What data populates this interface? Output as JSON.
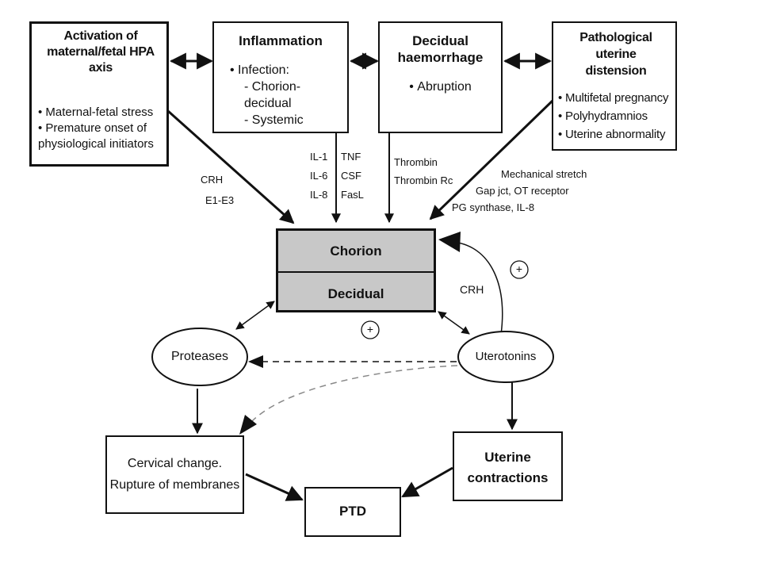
{
  "boxes": {
    "hpa": {
      "title": [
        "Activation of",
        "maternal/fetal HPA axis"
      ],
      "items": [
        "Maternal-fetal stress",
        "Premature onset of physiological initiators"
      ]
    },
    "inflammation": {
      "title": "Inflammation",
      "items": [
        "Infection:"
      ],
      "subitems": [
        "- Chorion-decidual",
        "- Systemic"
      ]
    },
    "haemorrhage": {
      "title": [
        "Decidual",
        "haemorrhage"
      ],
      "items": [
        "Abruption"
      ]
    },
    "distension": {
      "title": [
        "Pathological uterine",
        "distension"
      ],
      "items": [
        "Multifetal pregnancy",
        "Polyhydramnios",
        "Uterine abnormality"
      ]
    },
    "chorion": "Chorion",
    "decidual": "Decidual",
    "proteases": "Proteases",
    "uterotonins": "Uterotonins",
    "cervical": [
      "Cervical change.",
      "Rupture of membranes"
    ],
    "uterine": [
      "Uterine",
      "contractions"
    ],
    "ptd": "PTD"
  },
  "labels": {
    "crh_left": "CRH",
    "e1e3": "E1-E3",
    "il": [
      "IL-1",
      "IL-6",
      "IL-8"
    ],
    "tnf": [
      "TNF",
      "CSF",
      "FasL"
    ],
    "thrombin": [
      "Thrombin",
      "Thrombin Rc"
    ],
    "mechanical": [
      "Mechanical stretch",
      "Gap jct, OT receptor",
      "PG synthase, IL-8"
    ],
    "crh_right": "CRH",
    "plus": "+"
  }
}
